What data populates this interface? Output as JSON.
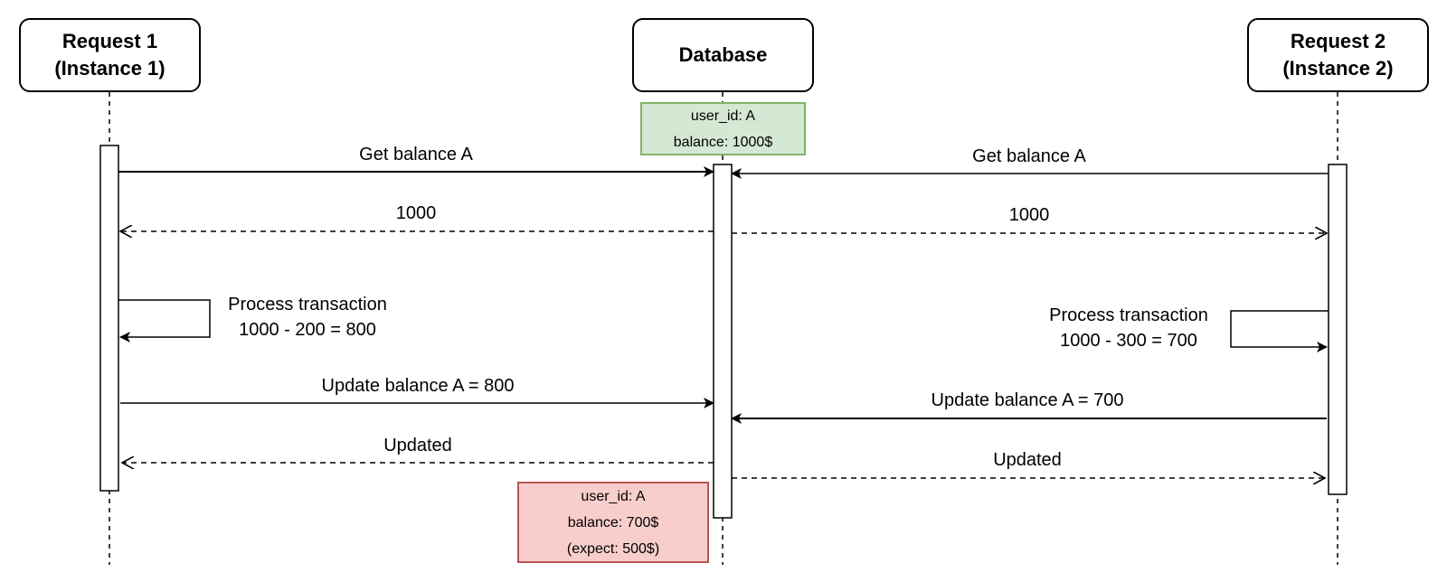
{
  "participants": {
    "req1": {
      "line1": "Request 1",
      "line2": "(Instance 1)"
    },
    "db": {
      "name": "Database"
    },
    "req2": {
      "line1": "Request 2",
      "line2": "(Instance 2)"
    }
  },
  "notes": {
    "initial": {
      "line1": "user_id: A",
      "line2": "balance: 1000$"
    },
    "final": {
      "line1": "user_id: A",
      "line2": "balance: 700$",
      "line3": "(expect: 500$)"
    }
  },
  "messages": {
    "r1_get": "Get balance A",
    "r1_ret": "1000",
    "r1_proc_1": "Process transaction",
    "r1_proc_2": "1000 - 200 = 800",
    "r1_update": "Update balance A = 800",
    "r1_updated": "Updated",
    "r2_get": "Get balance A",
    "r2_ret": "1000",
    "r2_proc_1": "Process transaction",
    "r2_proc_2": "1000 - 300 = 700",
    "r2_update": "Update balance A = 700",
    "r2_updated": "Updated"
  },
  "colors": {
    "note_ok_fill": "#d5e8d4",
    "note_ok_stroke": "#82b366",
    "note_bad_fill": "#f8cecc",
    "note_bad_stroke": "#b85450"
  }
}
